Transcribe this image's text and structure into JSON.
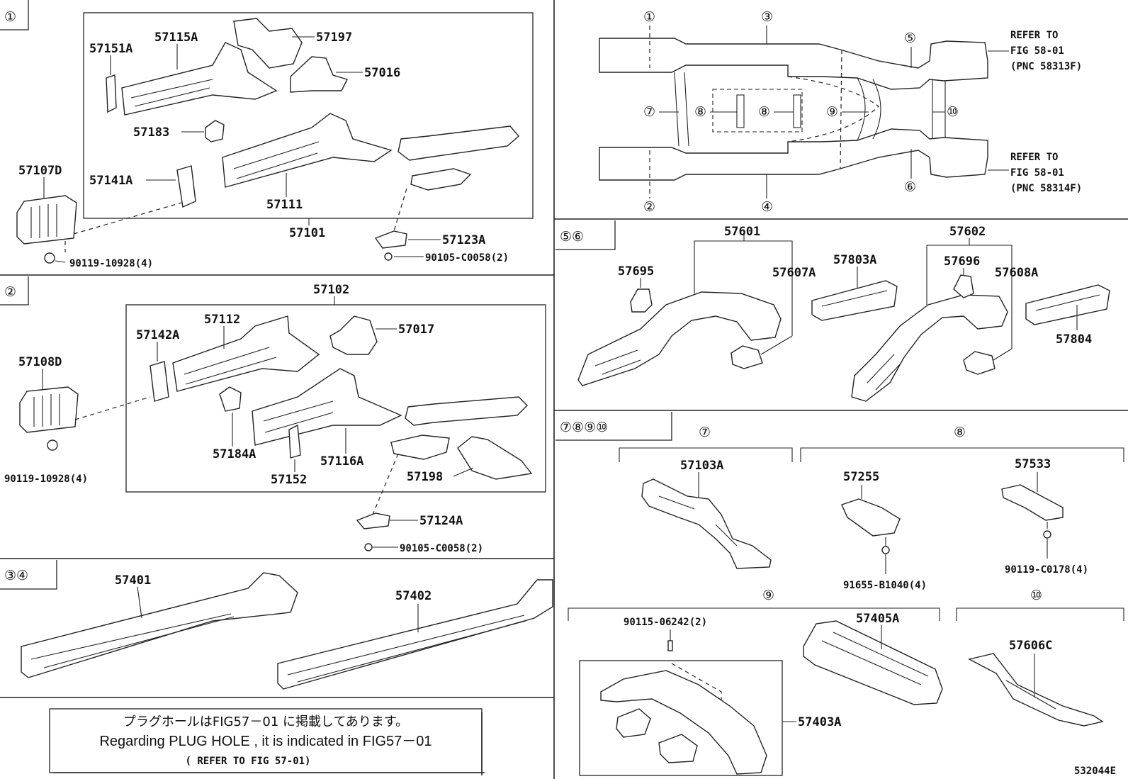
{
  "diagram": {
    "figure_code": "532044E",
    "sections": {
      "s1": {
        "tag": "①"
      },
      "s2": {
        "tag": "②"
      },
      "s34": {
        "tag": "③④"
      },
      "s56": {
        "tag": "⑤⑥"
      },
      "s78910": {
        "tag": "⑦⑧⑨⑩"
      }
    },
    "overview": {
      "callouts": [
        "①",
        "②",
        "③",
        "④",
        "⑤",
        "⑥",
        "⑦",
        "⑧",
        "⑧",
        "⑨",
        "⑩"
      ],
      "refer_top": [
        "REFER TO",
        "FIG 58-01",
        "(PNC 58313F)"
      ],
      "refer_bottom": [
        "REFER TO",
        "FIG 58-01",
        "(PNC 58314F)"
      ]
    },
    "subgroup_tags": {
      "g7": "⑦",
      "g8": "⑧",
      "g9": "⑨",
      "g10": "⑩"
    },
    "parts": {
      "p57151A": "57151A",
      "p57115A": "57115A",
      "p57197": "57197",
      "p57016": "57016",
      "p57183": "57183",
      "p57107D": "57107D",
      "p57141A": "57141A",
      "p57111": "57111",
      "p57101": "57101",
      "p57123A": "57123A",
      "b90119_1": "90119-10928(4)",
      "b90105_1": "90105-C0058(2)",
      "p57102": "57102",
      "p57112": "57112",
      "p57017": "57017",
      "p57142A": "57142A",
      "p57108D": "57108D",
      "p57184A": "57184A",
      "p57116A": "57116A",
      "p57152": "57152",
      "p57198": "57198",
      "p57124A": "57124A",
      "b90119_2": "90119-10928(4)",
      "b90105_2": "90105-C0058(2)",
      "p57401": "57401",
      "p57402": "57402",
      "p57601": "57601",
      "p57695": "57695",
      "p57607A": "57607A",
      "p57803A": "57803A",
      "p57602": "57602",
      "p57696": "57696",
      "p57608A": "57608A",
      "p57804": "57804",
      "p57103A": "57103A",
      "p57255": "57255",
      "p57533": "57533",
      "b91655": "91655-B1040(4)",
      "b90119_c": "90119-C0178(4)",
      "b90115": "90115-06242(2)",
      "p57405A": "57405A",
      "p57403A": "57403A",
      "p57606C": "57606C"
    },
    "notice": {
      "jp": "プラグホールはFIG57－01 に掲載してあります。",
      "en": "Regarding  PLUG  HOLE  , it  is  indicated  in  FIG57－01",
      "ref": "( REFER TO FIG 57-01)"
    }
  }
}
